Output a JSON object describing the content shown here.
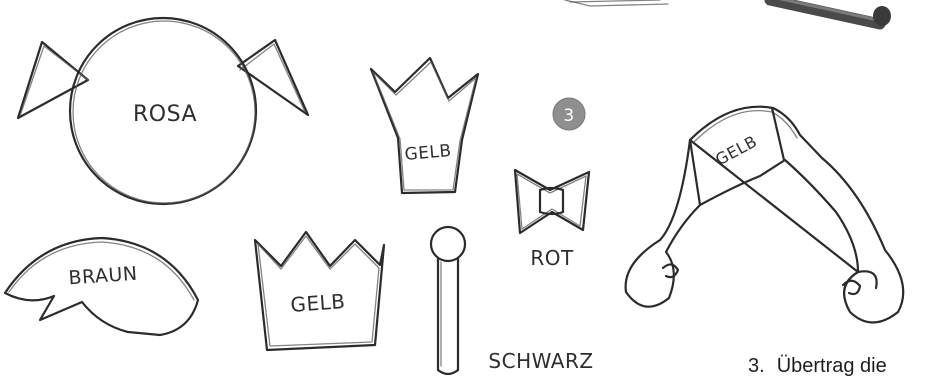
{
  "shapes": {
    "head_circle": {
      "label": "ROSA"
    },
    "crown_upper": {
      "label": "GELB"
    },
    "crown_lower": {
      "label": "GELB"
    },
    "step_badge": {
      "label": "3"
    },
    "bow": {
      "label": "ROT"
    },
    "beard": {
      "label": "BRAUN"
    },
    "stick": {
      "label": "SCHWARZ"
    },
    "curl_hat": {
      "label": "GELB"
    }
  },
  "caption": {
    "number": "3.",
    "text": "Übertrag die"
  },
  "colors": {
    "pencil": "#2b2b2b",
    "badge_fill": "#8f8f8f",
    "pen_body": "#4a4a4a"
  }
}
